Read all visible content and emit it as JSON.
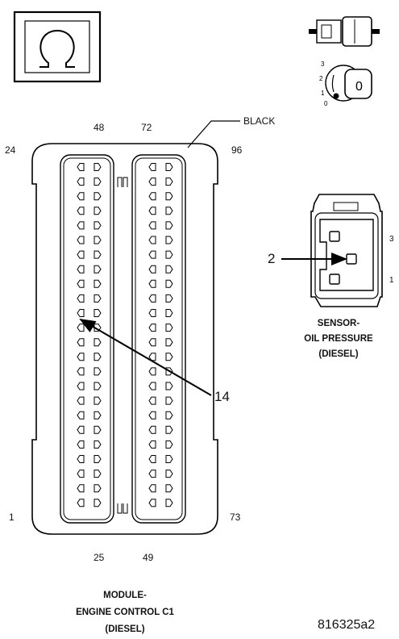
{
  "ohm_icon": "ohm-meter-icon",
  "connector_icon": "connector-pair-icon",
  "ignition_icon": "ignition-key-icon",
  "ignition_positions": [
    "3",
    "2",
    "1",
    "0"
  ],
  "ignition_key_label": "0",
  "ecm_connector": {
    "color_label": "BLACK",
    "pin_labels": {
      "top_a": "48",
      "top_b": "72",
      "left_top": "24",
      "right_top": "96",
      "left_bottom": "1",
      "right_bottom": "73",
      "bottom_a": "25",
      "bottom_b": "49"
    },
    "callout": "14",
    "name_lines": [
      "MODULE-",
      "ENGINE CONTROL C1",
      "(DIESEL)"
    ]
  },
  "sensor_connector": {
    "callout": "2",
    "pin_label_top": "3",
    "pin_label_bottom": "1",
    "name_lines": [
      "SENSOR-",
      "OIL PRESSURE",
      "(DIESEL)"
    ]
  },
  "figure_id": "816325a2"
}
